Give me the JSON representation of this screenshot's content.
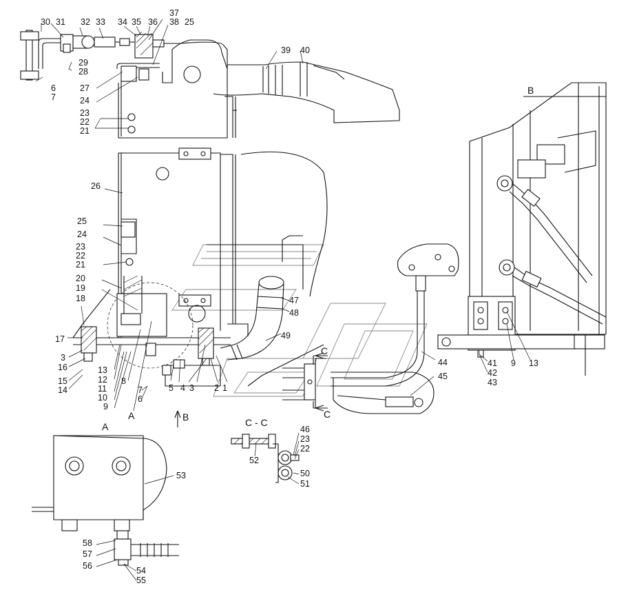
{
  "callouts": [
    "1",
    "2",
    "3",
    "4",
    "5",
    "6",
    "7",
    "8",
    "9",
    "10",
    "11",
    "12",
    "13",
    "14",
    "15",
    "16",
    "17",
    "18",
    "19",
    "20",
    "21",
    "22",
    "23",
    "24",
    "25",
    "26",
    "27",
    "28",
    "29",
    "30",
    "31",
    "32",
    "33",
    "34",
    "35",
    "36",
    "37",
    "38",
    "39",
    "40",
    "41",
    "42",
    "43",
    "44",
    "45",
    "46",
    "47",
    "48",
    "49",
    "50",
    "51",
    "52",
    "53",
    "54",
    "55",
    "56",
    "57",
    "58"
  ],
  "views": {
    "A": "A",
    "B": "B",
    "C": "C",
    "section_cc": "C - C"
  }
}
